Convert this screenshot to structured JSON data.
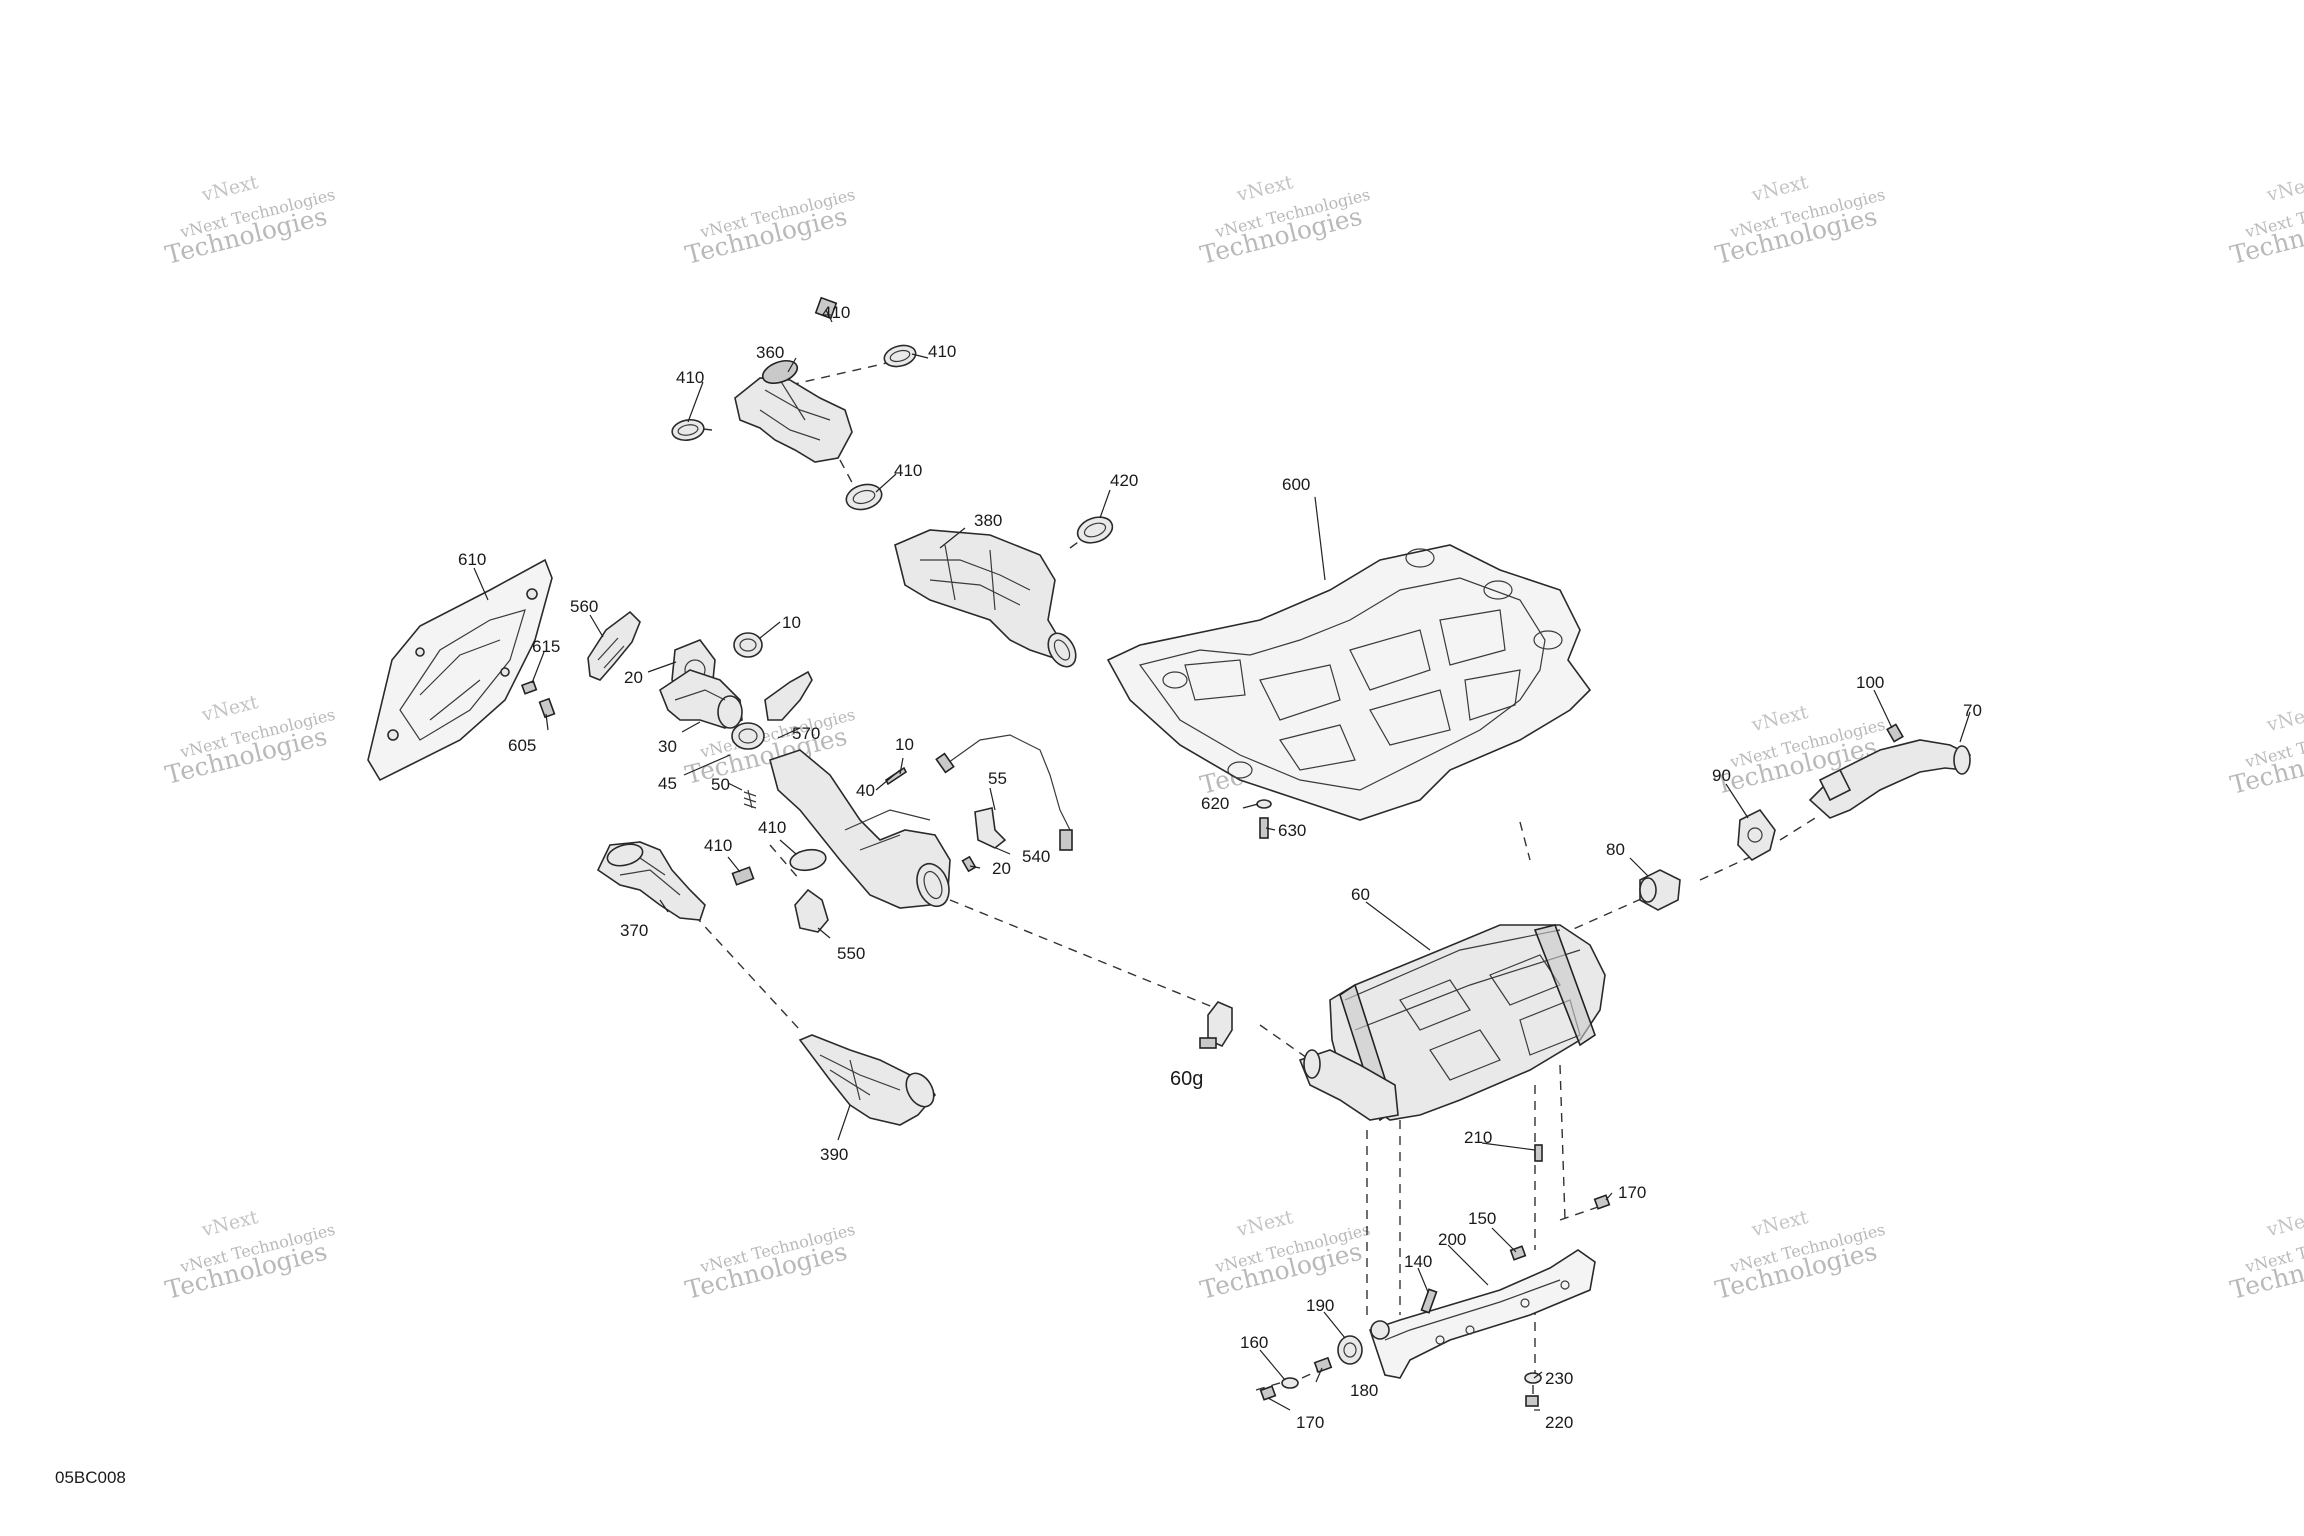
{
  "diagram_code": "05BC008",
  "watermark": {
    "line1": "vNext Technologies",
    "line2": "Technologies",
    "tag": "vNext"
  },
  "callouts": {
    "c10a": "10",
    "c10b": "10",
    "c20a": "20",
    "c20b": "20",
    "c30": "30",
    "c40": "40",
    "c45": "45",
    "c50": "50",
    "c55": "55",
    "c60": "60",
    "c60g": "60g",
    "c70": "70",
    "c80": "80",
    "c90": "90",
    "c100": "100",
    "c140": "140",
    "c150": "150",
    "c160": "160",
    "c170a": "170",
    "c170b": "170",
    "c180": "180",
    "c190": "190",
    "c200": "200",
    "c210": "210",
    "c220": "220",
    "c230": "230",
    "c360": "360",
    "c370": "370",
    "c380": "380",
    "c390": "390",
    "c410a": "410",
    "c410b": "410",
    "c410c": "410",
    "c410d": "410",
    "c410e": "410",
    "c420": "420",
    "c540": "540",
    "c550": "550",
    "c560": "560",
    "c570": "570",
    "c600": "600",
    "c605": "605",
    "c610": "610",
    "c615": "615",
    "c620": "620",
    "c630": "630"
  }
}
